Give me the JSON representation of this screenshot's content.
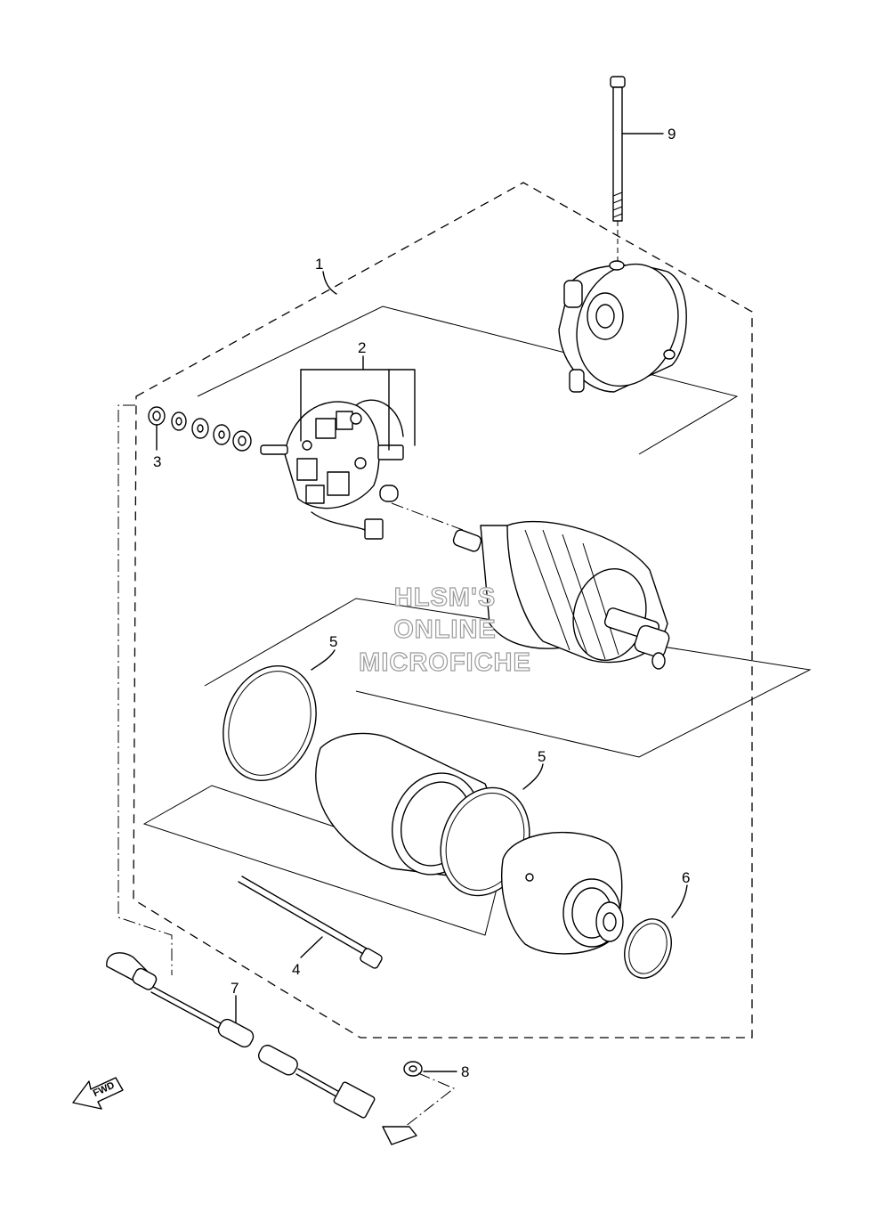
{
  "watermark": [
    "HLSM'S",
    "ONLINE",
    "MICROFICHE"
  ],
  "direction_label": "FWD",
  "callouts": [
    {
      "id": "1",
      "label": "1"
    },
    {
      "id": "2",
      "label": "2"
    },
    {
      "id": "3",
      "label": "3"
    },
    {
      "id": "4",
      "label": "4"
    },
    {
      "id": "5a",
      "label": "5"
    },
    {
      "id": "5b",
      "label": "5"
    },
    {
      "id": "6",
      "label": "6"
    },
    {
      "id": "7",
      "label": "7"
    },
    {
      "id": "8",
      "label": "8"
    },
    {
      "id": "9",
      "label": "9"
    }
  ]
}
